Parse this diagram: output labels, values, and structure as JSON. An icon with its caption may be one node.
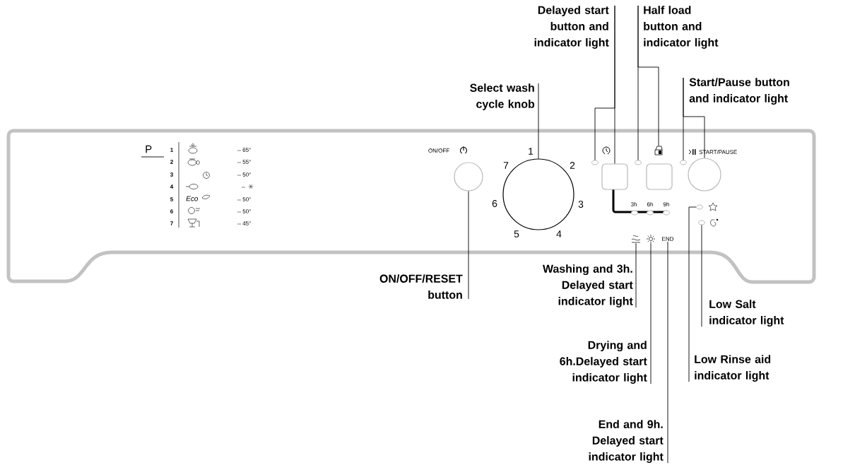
{
  "diagram": {
    "nodes": [
      {
        "text": [
          "Delayed start button and indicator light"
        ]
      },
      {
        "text": [
          "Half load button and indicator light"
        ]
      },
      {
        "text": [
          "Select wash cycle knob"
        ]
      },
      {
        "text": [
          "Start/Pause button and indicator light"
        ]
      },
      {
        "text": [
          "ON/OFF/RESET button"
        ]
      },
      {
        "text": [
          "Washing and 3h. Delayed start indicator light"
        ]
      },
      {
        "text": [
          "Drying and 6h.Delayed start indicator light"
        ]
      },
      {
        "text": [
          "Low Salt indicator light"
        ]
      },
      {
        "text": [
          "Low Rinse aid indicator light"
        ]
      },
      {
        "text": [
          "End and 9h. Delayed start indicator light"
        ]
      },
      {
        "text": [],
        "shape": "circle"
      },
      {
        "text": [],
        "shape": "circle",
        "beside": [
          "1",
          "7",
          "2",
          "6",
          "3",
          "5",
          "4"
        ]
      },
      {
        "text": [],
        "shape": "circle"
      },
      {
        "text": [],
        "shape": "box"
      },
      {
        "text": [],
        "shape": "circle"
      },
      {
        "text": [],
        "shape": "picture"
      },
      {
        "text": [],
        "shape": "box"
      },
      {
        "text": [],
        "shape": "circle"
      },
      {
        "text": [],
        "shape": "circle"
      },
      {
        "text": [],
        "shape": "picture"
      },
      {
        "text": [],
        "shape": "picture"
      },
      {
        "text": [
          "END"
        ]
      },
      {
        "text": [],
        "shape": "circle"
      },
      {
        "text": [],
        "shape": "circle"
      }
    ],
    "edges": [
      {
        "from": 0,
        "to": 13,
        "arrow": "none"
      },
      {
        "from": 0,
        "to": 12,
        "arrow": "none"
      },
      {
        "from": 1,
        "to": 14,
        "arrow": "none"
      },
      {
        "from": 1,
        "to": 15,
        "arrow": "none"
      },
      {
        "from": 2,
        "to": 11,
        "arrow": "none"
      },
      {
        "from": 3,
        "to": 17,
        "arrow": "none"
      },
      {
        "from": 3,
        "to": 18,
        "arrow": "none"
      },
      {
        "from": 4,
        "to": 10,
        "arrow": "none"
      },
      {
        "from": 5,
        "to": 19,
        "arrow": "none"
      },
      {
        "from": 6,
        "to": 20,
        "arrow": "none"
      },
      {
        "from": 9,
        "to": 21,
        "arrow": "none"
      },
      {
        "from": 7,
        "to": 23,
        "arrow": "none"
      },
      {
        "from": 8,
        "to": 22,
        "arrow": "none"
      }
    ],
    "labels": [
      "P",
      "1",
      "65°",
      "2",
      "55°",
      "3",
      "50°",
      "4",
      "5",
      "Eco",
      "50°",
      "6",
      "50°",
      "7",
      "45°",
      "ON/OFF",
      "START/PAUSE",
      "3h",
      "6h",
      "9h"
    ]
  }
}
